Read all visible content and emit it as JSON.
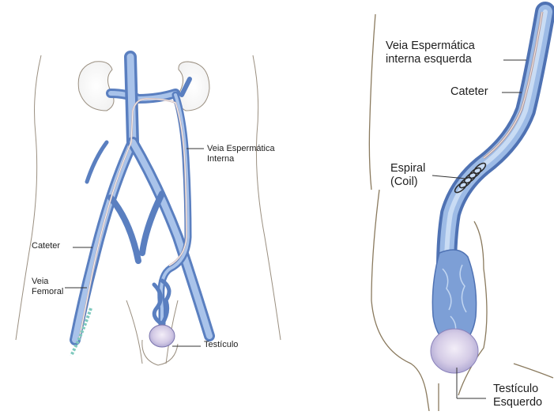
{
  "left_figure": {
    "labels": {
      "vein_line1": "Veia Espermática",
      "vein_line2": "Interna",
      "catheter": "Cateter",
      "femoral_line1": "Veia",
      "femoral_line2": "Femoral",
      "testicle": "Testículo"
    }
  },
  "right_figure": {
    "labels": {
      "vein_line1": "Veia Espermática",
      "vein_line2": "interna esquerda",
      "catheter": "Cateter",
      "coil_line1": "Espiral",
      "coil_line2": "(Coil)",
      "testicle_line1": "Testículo",
      "testicle_line2": "Esquerdo"
    }
  },
  "colors": {
    "vein_fill": "#8fb0dd",
    "vein_dark": "#4f72b3",
    "catheter": "#b8a0a0",
    "outline": "#7a6a55",
    "leader": "#333333",
    "femoral_sheath": "#8fd0c8"
  }
}
